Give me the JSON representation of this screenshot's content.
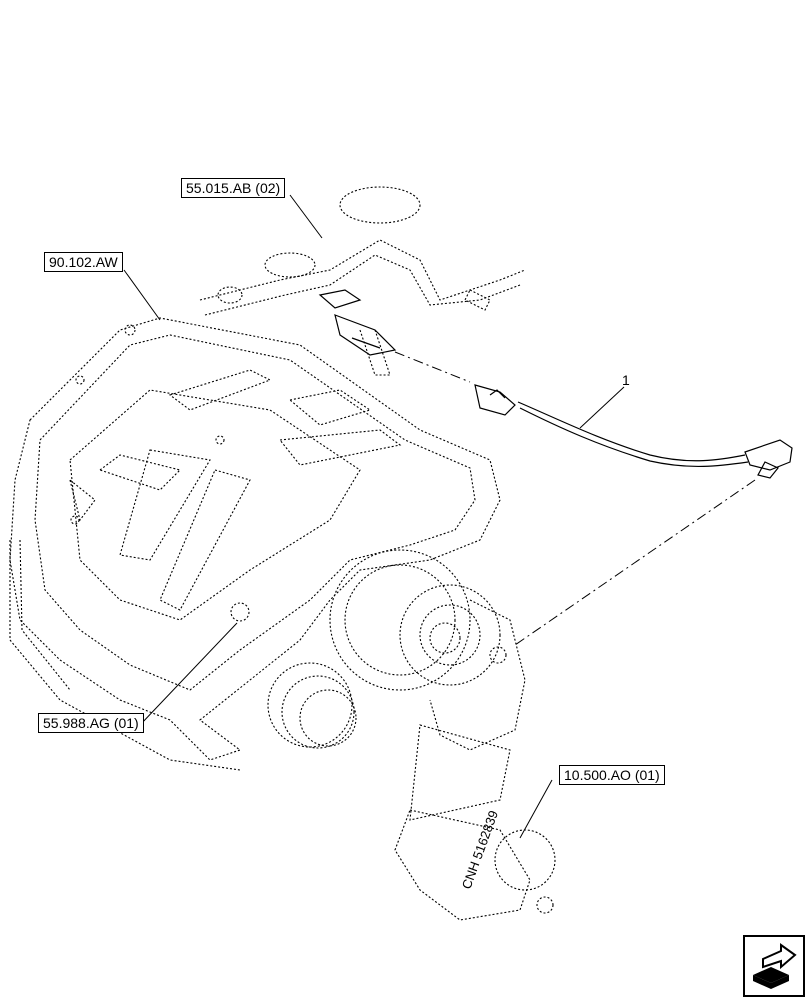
{
  "callouts": {
    "harness_ref": "55.015.AB (02)",
    "frame_ref": "90.102.AW",
    "sensor_ref": "55.988.AG (01)",
    "exhaust_ref": "10.500.AO (01)",
    "item_number": "1"
  },
  "part_marking": "CNH 5162839",
  "nav_icon": "next-page-arrow-icon",
  "colors": {
    "line": "#000000",
    "background": "#ffffff"
  }
}
